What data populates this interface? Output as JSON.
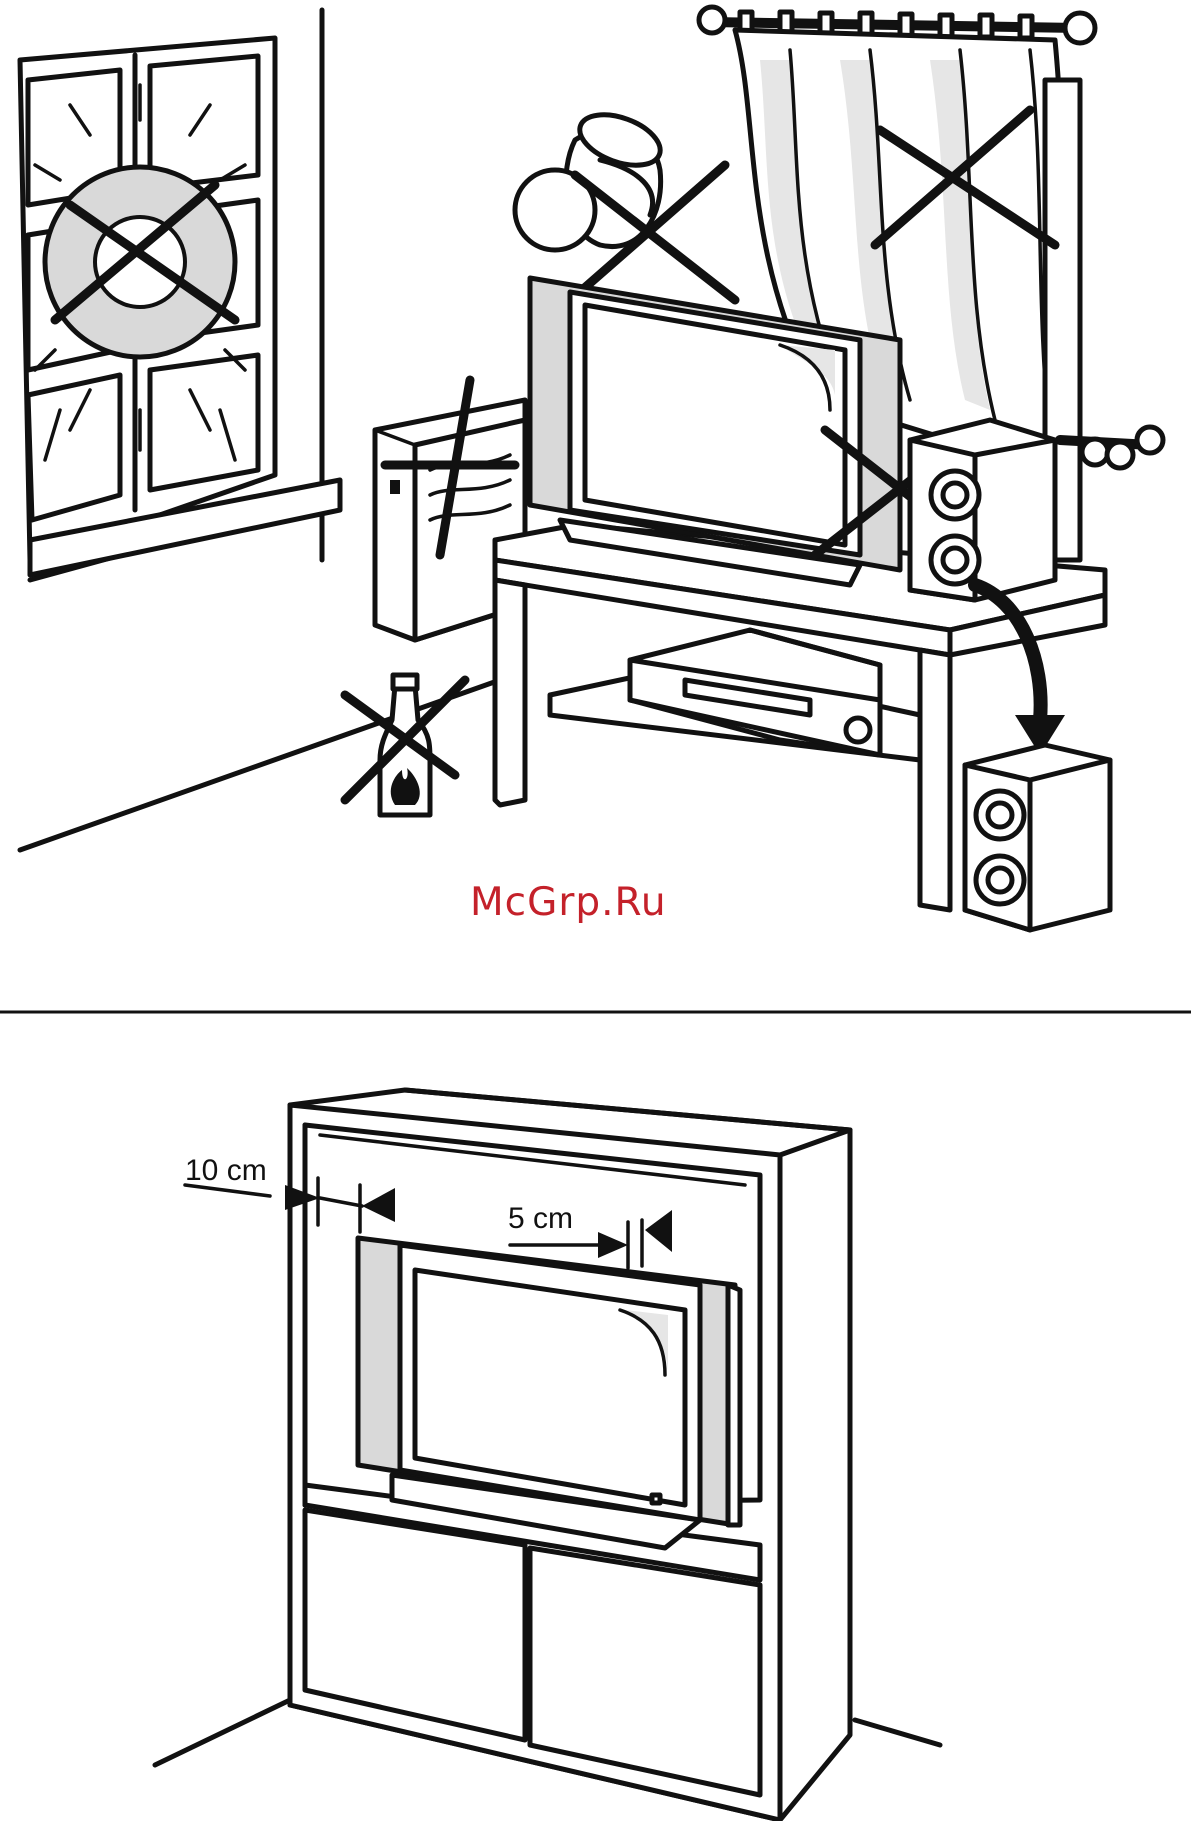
{
  "watermark": "McGrp.Ru",
  "figure_bottom": {
    "side_clearance_label": "10 cm",
    "top_clearance_label": "5 cm"
  },
  "colors": {
    "line": "#111111",
    "shade": "#d9d9d9",
    "watermark": "#c4212a"
  },
  "icons": [
    "sun-icon",
    "window-icon",
    "jug-icon",
    "curtain-icon",
    "heater-icon",
    "bottle-fire-icon",
    "speaker-icon",
    "tv-icon",
    "cross-mark-icon",
    "arrow-icon"
  ]
}
